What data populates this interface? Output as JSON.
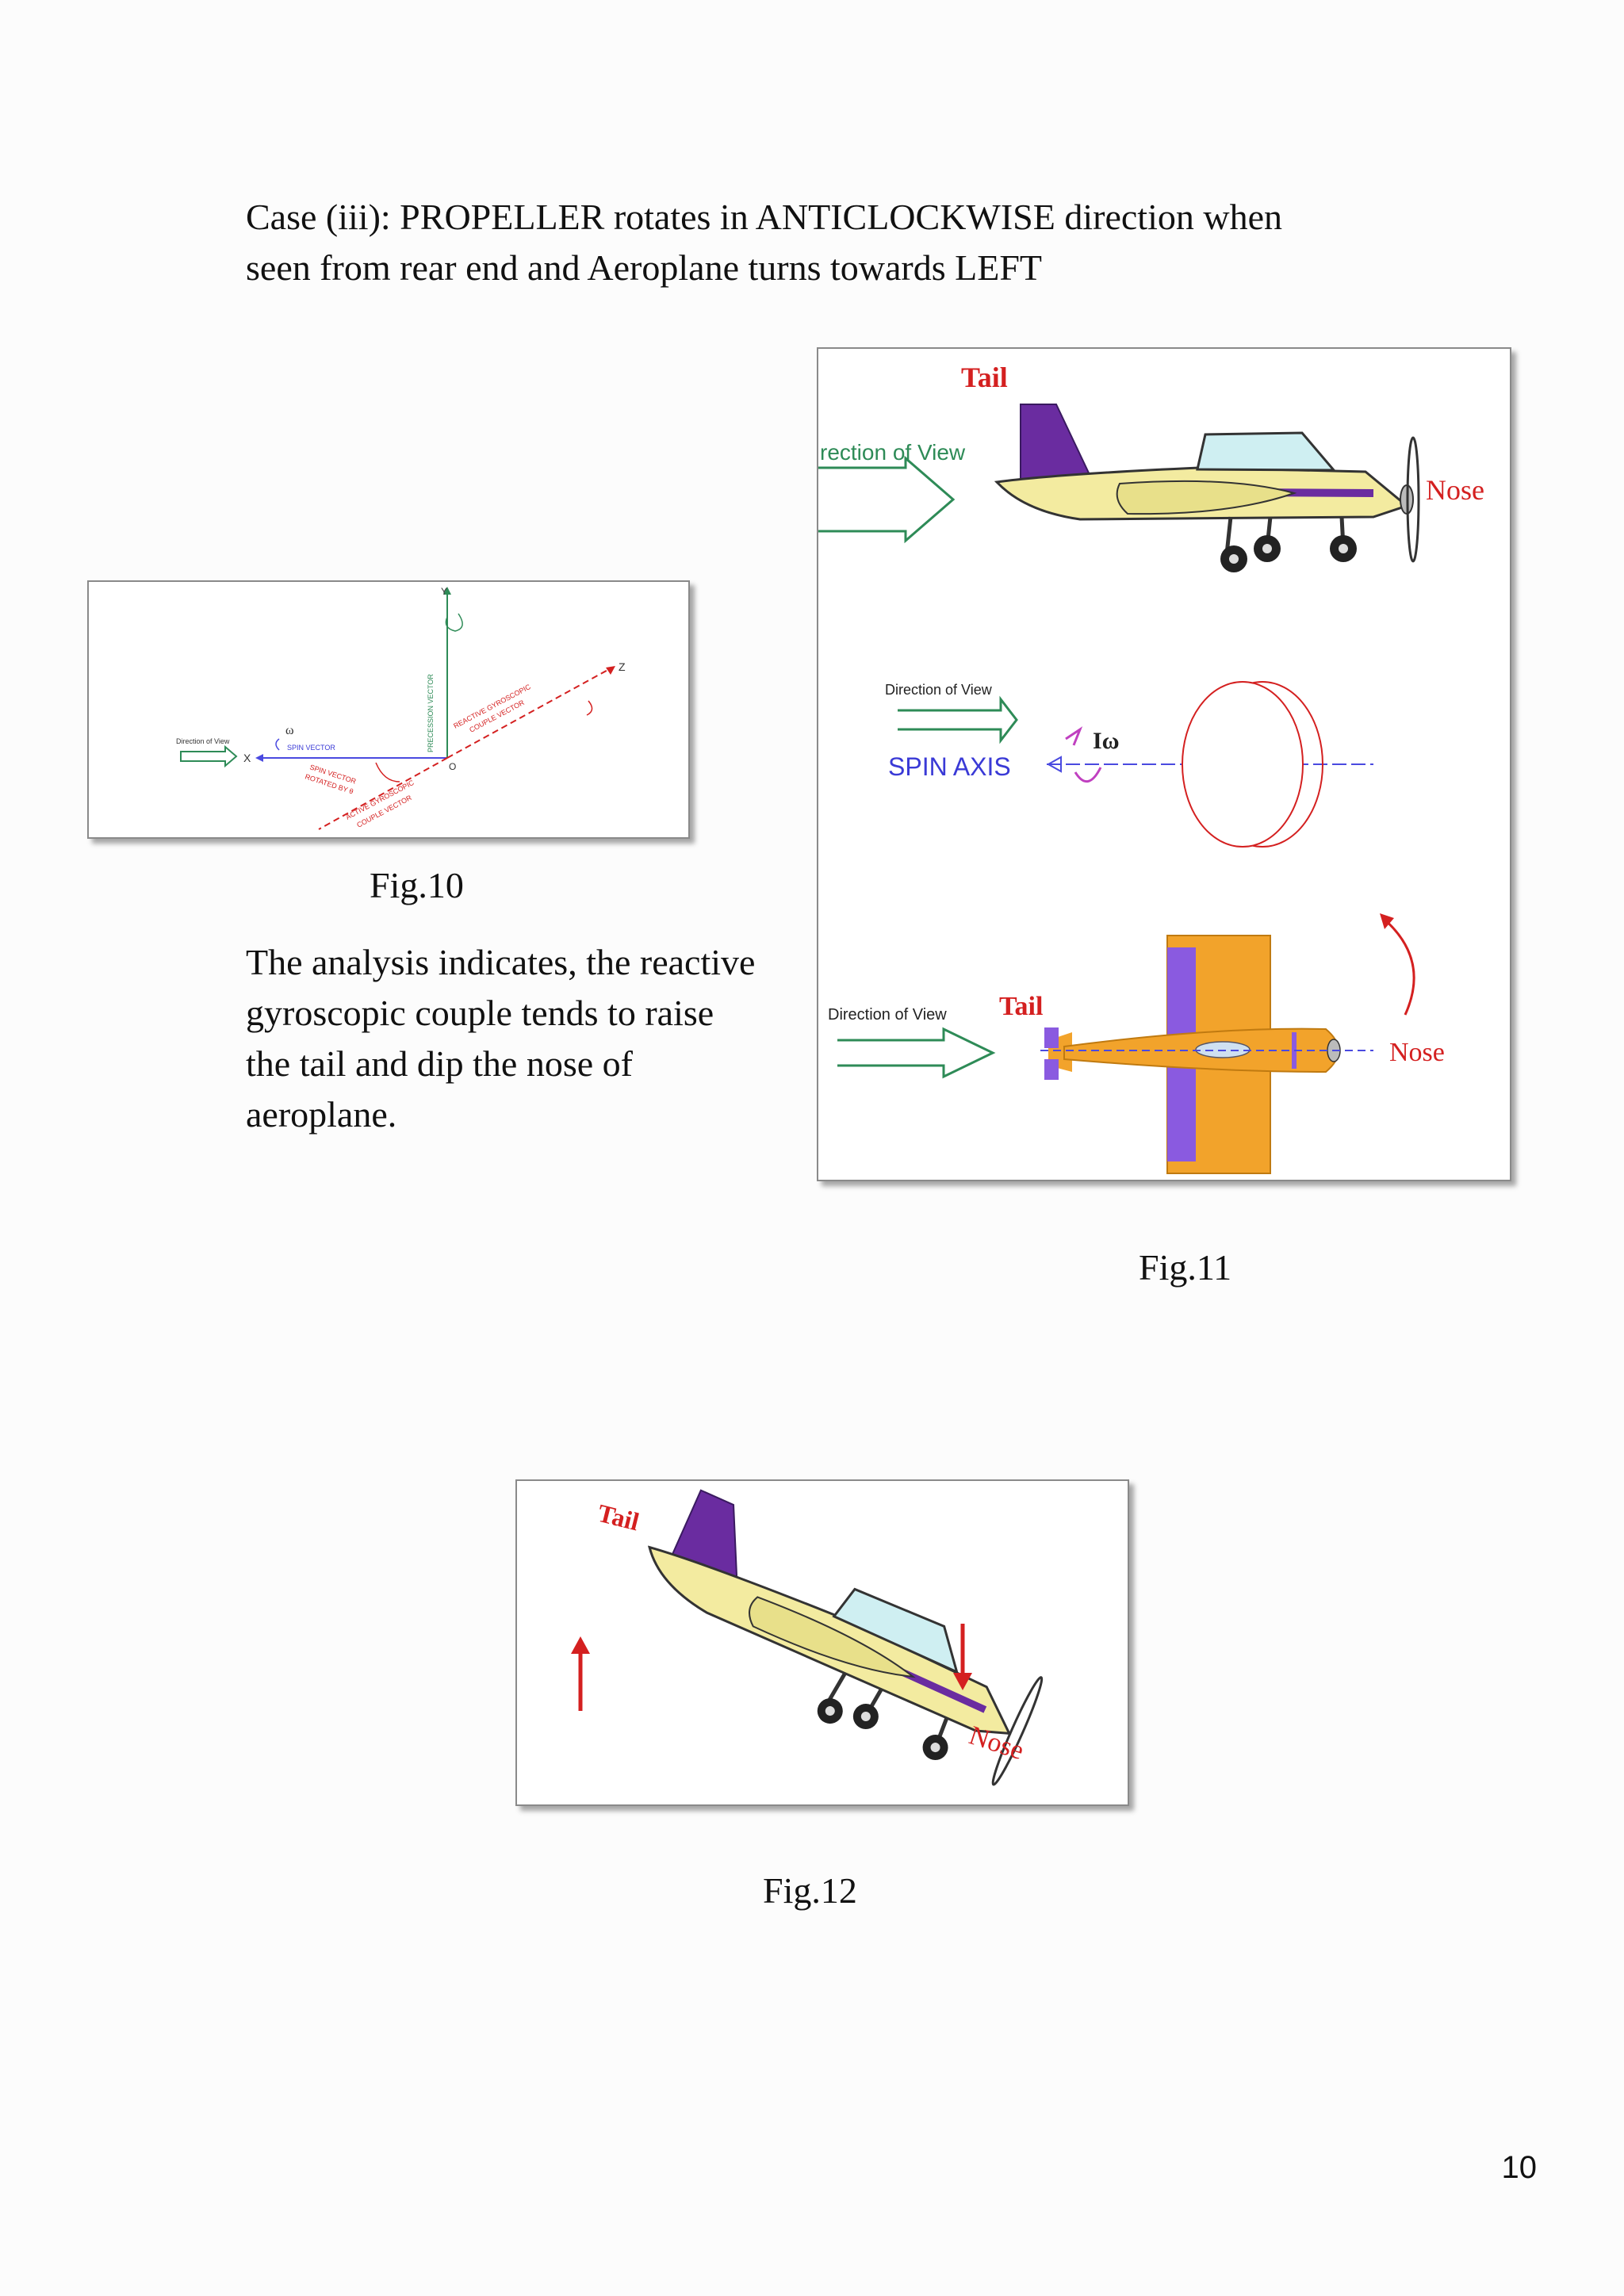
{
  "heading": {
    "line1": "Case (iii): PROPELLER rotates in ANTICLOCKWISE direction when",
    "line2": "seen from rear end and Aeroplane turns towards LEFT"
  },
  "fig10": {
    "caption": "Fig.10",
    "labels": {
      "y": "Y",
      "z": "Z",
      "x": "X",
      "omega": "ω",
      "o": "O",
      "direction_of_view": "Direction of View",
      "spin_vector": "SPIN VECTOR",
      "precession_vector": "PRECESSION VECTOR",
      "reactive_couple_1": "REACTIVE GYROSCOPIC",
      "reactive_couple_2": "COUPLE VECTOR",
      "spin_rotated_1": "SPIN VECTOR",
      "spin_rotated_2": "ROTATED BY θ",
      "active_couple_1": "ACTIVE GYROSCOPIC",
      "active_couple_2": "COUPLE VECTOR"
    }
  },
  "paragraph": {
    "line1": "The analysis indicates, the reactive",
    "line2": "gyroscopic couple tends to raise",
    "line3": "the tail and dip the nose of",
    "line4": "aeroplane."
  },
  "fig11": {
    "caption": "Fig.11",
    "labels": {
      "tail_top": "Tail",
      "direction_top": "rection of View",
      "nose_top": "Nose",
      "direction_mid": "Direction of View",
      "spin_axis": "SPIN AXIS",
      "i_omega": "Iω",
      "direction_bottom": "Direction of View",
      "tail_bottom": "Tail",
      "nose_bottom": "Nose"
    }
  },
  "fig12": {
    "caption": "Fig.12",
    "labels": {
      "tail": "Tail",
      "nose": "Nose"
    }
  },
  "page_number": "10",
  "colors": {
    "red": "#d42020",
    "blue": "#3a3ad6",
    "green": "#2e8b57",
    "purple": "#6a2ca0",
    "fuselage": "#f3eba0",
    "orange": "#f2a32b"
  }
}
